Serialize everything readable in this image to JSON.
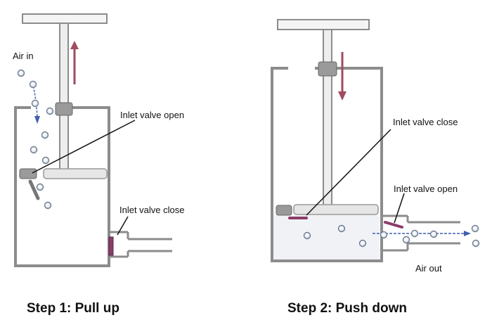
{
  "panels": [
    {
      "caption": "Step 1: Pull up",
      "labels": {
        "air_in": "Air in",
        "top_callout": "Inlet valve open",
        "side_callout": "Inlet valve close"
      }
    },
    {
      "caption": "Step 2: Push down",
      "labels": {
        "top_callout": "Inlet valve close",
        "side_callout": "Inlet valve open",
        "air_out": "Air out"
      }
    }
  ],
  "colors": {
    "wall": "#8c8c8c",
    "arrow_red": "#a14b5e",
    "arrow_blue": "#3f5fb0",
    "valve": "#8a3c68",
    "bubble": "#6f7c8e"
  }
}
